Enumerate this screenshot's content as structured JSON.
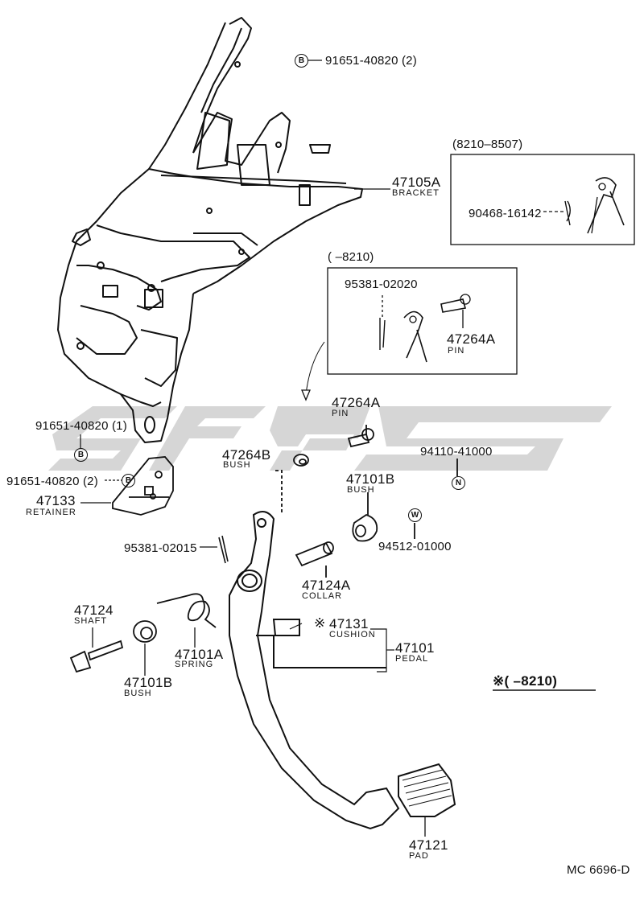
{
  "diagram": {
    "callouts": {
      "b_bolt_top": {
        "symbol": "B",
        "part": "91651-40820 (2)"
      },
      "bracket": {
        "number": "47105A",
        "name": "BRACKET"
      },
      "inset_a_range": "(8210–8507)",
      "cotter_a": "90468-16142",
      "inset_b_range": "( –8210)",
      "cotter_b": "95381-02020",
      "pin_inset": {
        "number": "47264A",
        "name": "PIN"
      },
      "pin_main": {
        "number": "47264A",
        "name": "PIN"
      },
      "bolt_left_1": "91651-40820 (1)",
      "bolt_left_1_symbol": "B",
      "bolt_left_2": "91651-40820 (2)",
      "bolt_left_2_symbol": "B",
      "bush_b_top": {
        "number": "47264B",
        "name": "BUSH"
      },
      "nut": {
        "part": "94110-41000",
        "symbol": "N"
      },
      "bush_a_right": {
        "number": "47101B",
        "name": "BUSH"
      },
      "retainer": {
        "number": "47133",
        "name": "RETAINER"
      },
      "washer": {
        "part": "94512-01000",
        "symbol": "W"
      },
      "cotter_pedal": "95381-02015",
      "collar": {
        "number": "47124A",
        "name": "COLLAR"
      },
      "shaft": {
        "number": "47124",
        "name": "SHAFT"
      },
      "cushion": {
        "mark": "※",
        "number": "47131",
        "name": "CUSHION"
      },
      "pedal": {
        "number": "47101",
        "name": "PEDAL"
      },
      "spring": {
        "number": "47101A",
        "name": "SPRING"
      },
      "bush_left_bottom": {
        "number": "47101B",
        "name": "BUSH"
      },
      "note": "※(  –8210)",
      "pad": {
        "number": "47121",
        "name": "PAD"
      }
    },
    "figure_code": "MC 6696-D"
  }
}
